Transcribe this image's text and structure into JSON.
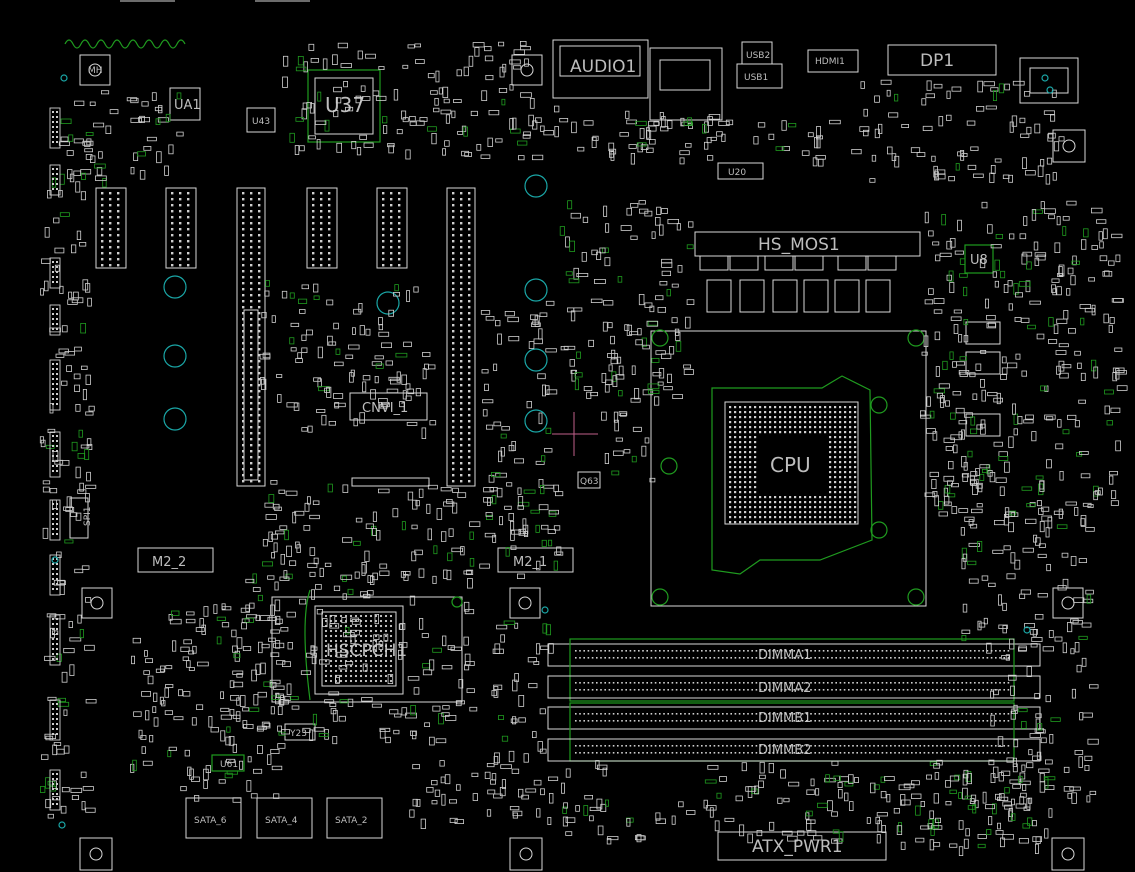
{
  "board": {
    "background": "#000000",
    "colors": {
      "outline": "#d8d8d8",
      "copper": "#1f9b1f",
      "hole": "#1aa6a6",
      "label": "#bdbdbd"
    },
    "labels": {
      "audio": "AUDIO1",
      "usb": "USB1",
      "usb_top": "USB2",
      "hdmi": "HDMI1",
      "dp": "DP1",
      "ua1": "UA1",
      "u43": "U43",
      "u37": "U37",
      "u8": "U8",
      "u61": "U61",
      "u20": "U20",
      "hs_mos": "HS_MOS1",
      "cnvi": "CNVI_1",
      "m2_1": "M2_1",
      "m2_2": "M2_2",
      "cpu": "CPU",
      "pch": "HSCPCH1",
      "dimm_a1": "DIMMA1",
      "dimm_a2": "DIMMA2",
      "dimm_b1": "DIMMB1",
      "dimm_b2": "DIMMB2",
      "atx": "ATX_PWR1",
      "sata_6": "SATA_6",
      "sata_4": "SATA_4",
      "sata_2": "SATA_2",
      "spi": "SPI1",
      "y23": "Y23",
      "q63": "Q63",
      "mh": "MH"
    }
  }
}
